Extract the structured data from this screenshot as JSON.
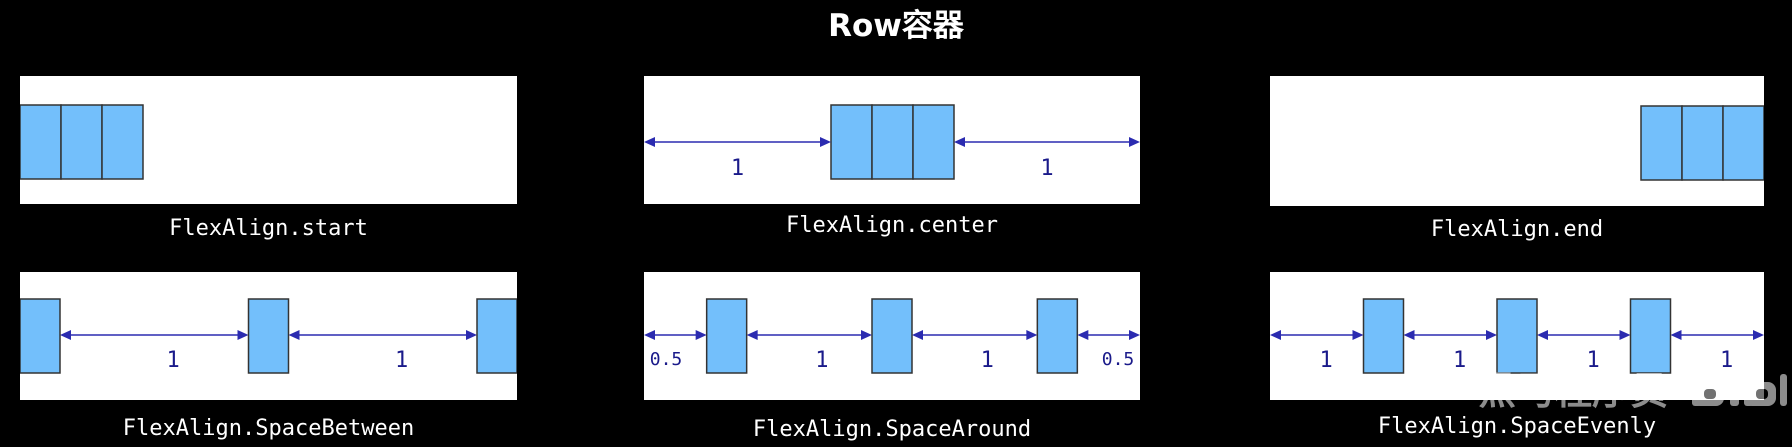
{
  "title": "Row容器",
  "colors": {
    "background": "#000000",
    "panel": "#ffffff",
    "box_fill": "#73bffb",
    "box_stroke": "#333333",
    "arrow": "#2b2bb0",
    "label": "#1a1a8a"
  },
  "panels": [
    {
      "caption": "FlexAlign.start",
      "mode": "start",
      "boxes": 3,
      "gap_labels": []
    },
    {
      "caption": "FlexAlign.center",
      "mode": "center",
      "boxes": 3,
      "gap_labels": [
        "1",
        "1"
      ]
    },
    {
      "caption": "FlexAlign.end",
      "mode": "end",
      "boxes": 3,
      "gap_labels": []
    },
    {
      "caption": "FlexAlign.SpaceBetween",
      "mode": "spaceBetween",
      "boxes": 3,
      "gap_labels": [
        "1",
        "1"
      ]
    },
    {
      "caption": "FlexAlign.SpaceAround",
      "mode": "spaceAround",
      "boxes": 3,
      "gap_labels": [
        "0.5",
        "1",
        "1",
        "0.5"
      ]
    },
    {
      "caption": "FlexAlign.SpaceEvenly",
      "mode": "spaceEvenly",
      "boxes": 3,
      "gap_labels": [
        "1",
        "1",
        "1",
        "1"
      ]
    }
  ],
  "watermark": {
    "text": "黑马程序员",
    "logo": "bilibili-logo-icon"
  }
}
